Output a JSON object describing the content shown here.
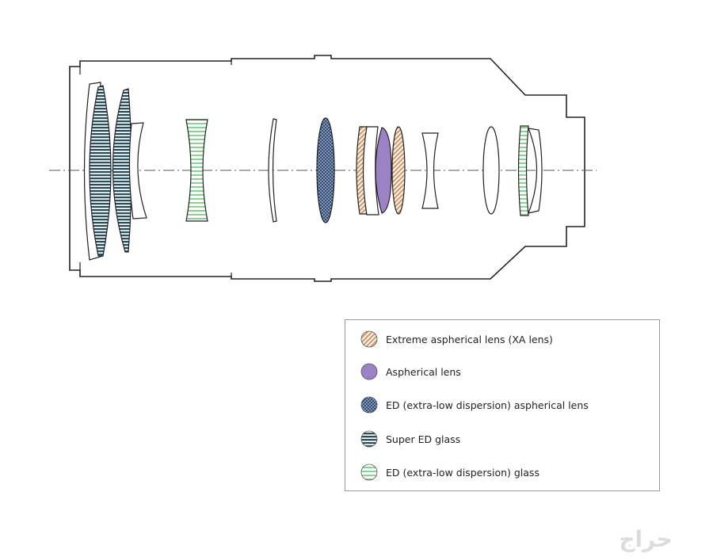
{
  "legend": {
    "items": [
      {
        "label": "Extreme aspherical lens (XA lens)",
        "icon": "xa-lens-icon",
        "color": "#d19a6a"
      },
      {
        "label": "Aspherical lens",
        "icon": "aspherical-lens-icon",
        "color": "#9b82c4"
      },
      {
        "label": "ED (extra-low dispersion) aspherical lens",
        "icon": "ed-aspherical-lens-icon",
        "color": "#2f4c78"
      },
      {
        "label": "Super ED glass",
        "icon": "super-ed-glass-icon",
        "color": "#2e4d5a"
      },
      {
        "label": "ED (extra-low dispersion) glass",
        "icon": "ed-glass-icon",
        "color": "#8fcf9c"
      }
    ]
  },
  "watermark": {
    "text": "حراج"
  }
}
